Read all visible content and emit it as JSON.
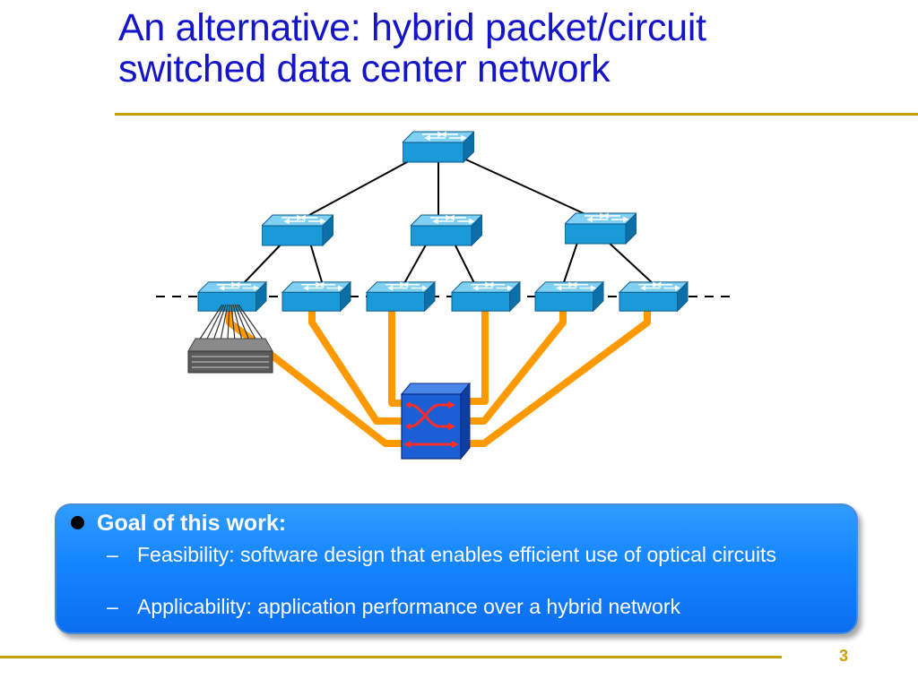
{
  "title": {
    "line1": "An alternative: hybrid packet/circuit",
    "line2": "switched data center network"
  },
  "goal": {
    "heading": "Goal of this work:",
    "items": [
      {
        "dash": "–",
        "text": "Feasibility: software design that enables efficient use of optical circuits"
      },
      {
        "dash": "–",
        "text": "Applicability: application performance over a hybrid network"
      }
    ]
  },
  "page_number": "3",
  "colors": {
    "title": "#1414c8",
    "accent_rule": "#c8a000",
    "switch_face": "#1a9ad6",
    "circuit_link": "#ff9900",
    "optical_switch": "#1a5fd6",
    "goal_box": "#1585ff"
  }
}
